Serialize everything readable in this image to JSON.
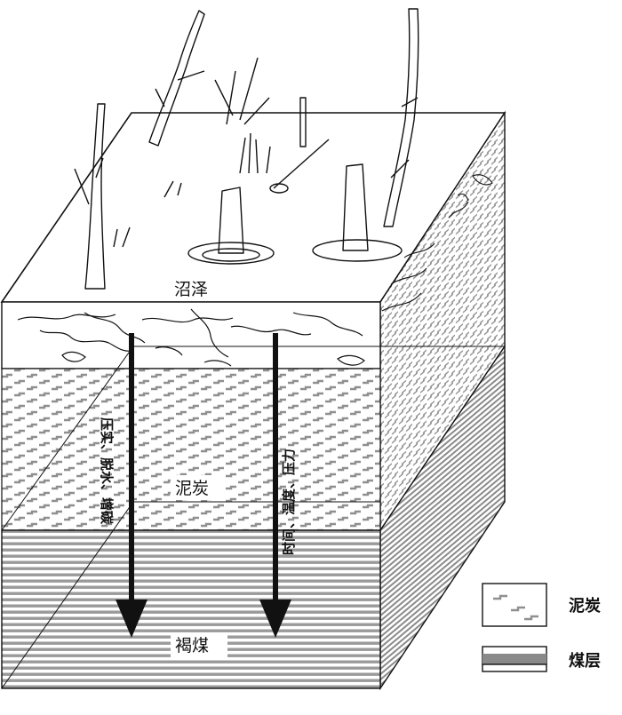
{
  "labels": {
    "swamp": "沼泽",
    "peat": "泥炭",
    "lignite": "褐煤"
  },
  "arrows": {
    "left_text": "压实、脱水、增碳",
    "right_text": "时间、温度、压力"
  },
  "legend": {
    "peat": "泥炭",
    "coal_seam": "煤层"
  },
  "colors": {
    "line": "#111111",
    "coal_band": "#8a8a8a",
    "peat_mark": "#8f8f8f"
  }
}
